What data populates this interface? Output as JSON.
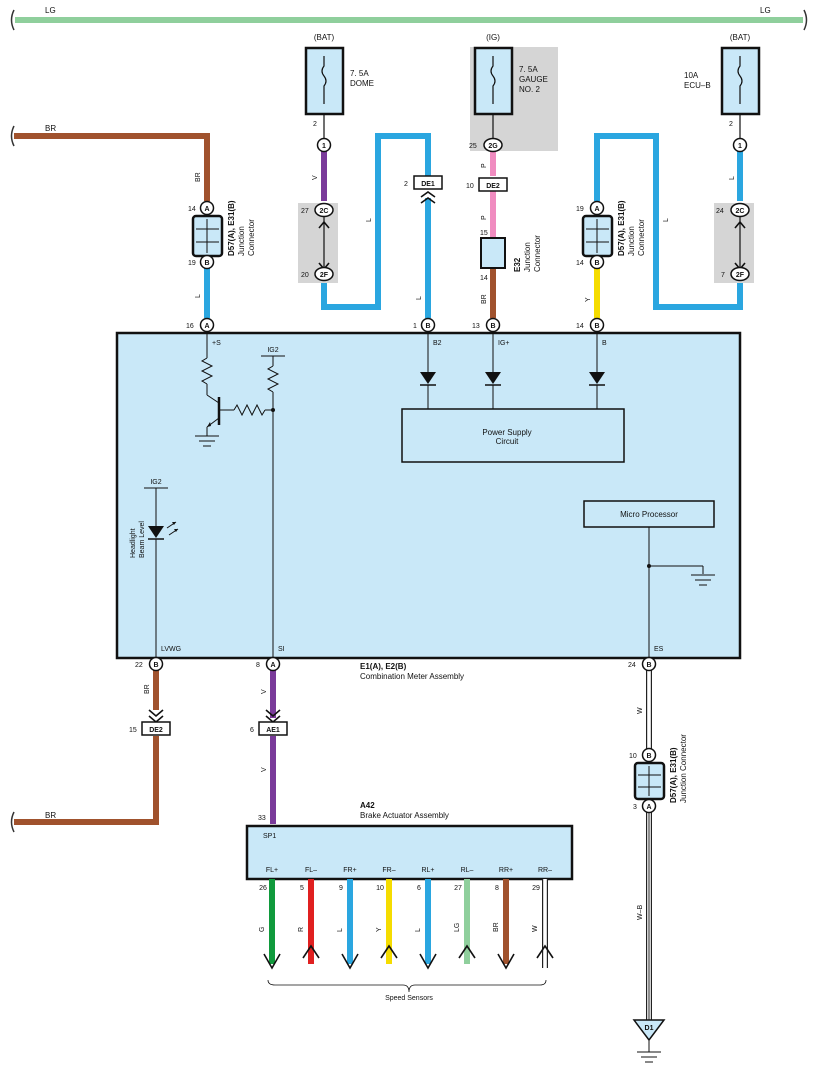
{
  "colors": {
    "LG": "#8fcf9c",
    "BR": "#a0522d",
    "L": "#2aa6e0",
    "V": "#7a3b9a",
    "P": "#f08cc0",
    "Y": "#f5dc00",
    "G": "#109a3c",
    "R": "#e02020",
    "W": "#ffffff",
    "gray_box": "#d5d5d5",
    "assembly_fill": "#c9e8f8"
  },
  "top_bus": {
    "left_label": "LG",
    "right_label": "LG"
  },
  "left_wire": {
    "label": "BR"
  },
  "fuses": [
    {
      "supply": "(BAT)",
      "rating": "7. 5A",
      "name": "DOME",
      "pin": "2",
      "conn": "1"
    },
    {
      "supply": "(IG)",
      "rating": "7. 5A",
      "name": "GAUGE NO. 2",
      "name1": "GAUGE",
      "name2": "NO. 2",
      "pin": "25",
      "conn": "2G"
    },
    {
      "supply": "(BAT)",
      "rating": "10A",
      "name": "ECU–B",
      "pin": "2",
      "conn": "1"
    }
  ],
  "wire_labels": {
    "br_top": "BR",
    "l_16": "L",
    "v_dome": "V",
    "l_dome_right": "L",
    "l_de1": "L",
    "p1": "P",
    "p2": "P",
    "br_13": "BR",
    "l_right": "L",
    "l_ecub": "L",
    "y_14": "Y",
    "br_22": "BR",
    "v_8a": "V",
    "v_8b": "V",
    "w_24": "W",
    "wb": "W–B"
  },
  "junction_connectors": {
    "left": {
      "name": "D57(A), E31(B)",
      "sub": "Junction Connector",
      "sub1": "Junction",
      "sub2": "Connector",
      "top_pin": "14",
      "top_conn": "A",
      "bot_pin": "19",
      "bot_conn": "B"
    },
    "mid": {
      "name": "E32",
      "sub": "Junction Connector",
      "sub1": "Junction",
      "sub2": "Connector",
      "top_pin": "15",
      "bot_pin": "14"
    },
    "right": {
      "name": "D57(A), E31(B)",
      "sub": "Junction Connector",
      "sub1": "Junction",
      "sub2": "Connector",
      "top_pin": "19",
      "top_conn": "A",
      "bot_pin": "14",
      "bot_conn": "B"
    },
    "lower": {
      "name": "D57(A), E31(B)",
      "sub": "Junction Connector",
      "top_pin": "10",
      "top_conn": "B",
      "bot_pin": "3",
      "bot_conn": "A"
    }
  },
  "inline_connectors": {
    "c2c_left": {
      "pin_top": "27",
      "top": "2C",
      "pin_bot": "20",
      "bot": "2F"
    },
    "c2c_right": {
      "pin_top": "24",
      "top": "2C",
      "pin_bot": "7",
      "bot": "2F"
    },
    "de1": {
      "pin": "2",
      "name": "DE1"
    },
    "de2_top": {
      "pin": "10",
      "name": "DE2"
    },
    "de2_bottom": {
      "pin": "15",
      "name": "DE2"
    },
    "ae1": {
      "pin": "6",
      "name": "AE1"
    }
  },
  "meter": {
    "name": "E1(A), E2(B)",
    "title": "Combination Meter Assembly",
    "top_pins": [
      {
        "pin": "16",
        "conn": "A",
        "terminal": "+S"
      },
      {
        "pin": "1",
        "conn": "B",
        "terminal": "B2"
      },
      {
        "pin": "13",
        "conn": "B",
        "terminal": "IG+"
      },
      {
        "pin": "14",
        "conn": "B",
        "terminal": "B"
      }
    ],
    "bottom_pins": [
      {
        "pin": "22",
        "conn": "B",
        "terminal": "LVWG"
      },
      {
        "pin": "8",
        "conn": "A",
        "terminal": "SI"
      },
      {
        "pin": "24",
        "conn": "B",
        "terminal": "ES"
      }
    ],
    "ig2_top": "IG2",
    "ig2_left": "IG2",
    "indicator": "Headlight Beam Level",
    "indicator1": "Headlight",
    "indicator2": "Beam Level",
    "power_supply": "Power Supply Circuit",
    "power_supply1": "Power Supply",
    "power_supply2": "Circuit",
    "micro": "Micro Processor"
  },
  "actuator": {
    "name": "A42",
    "title": "Brake Actuator Assembly",
    "input_pin": "33",
    "input_terminal": "SP1",
    "outputs": [
      {
        "terminal": "FL+",
        "pin": "26",
        "color": "G"
      },
      {
        "terminal": "FL–",
        "pin": "5",
        "color": "R"
      },
      {
        "terminal": "FR+",
        "pin": "9",
        "color": "L"
      },
      {
        "terminal": "FR–",
        "pin": "10",
        "color": "Y"
      },
      {
        "terminal": "RL+",
        "pin": "6",
        "color": "L"
      },
      {
        "terminal": "RL–",
        "pin": "27",
        "color": "LG"
      },
      {
        "terminal": "RR+",
        "pin": "8",
        "color": "BR"
      },
      {
        "terminal": "RR–",
        "pin": "29",
        "color": "W"
      }
    ],
    "group_label": "Speed Sensors"
  },
  "ground": {
    "name": "D1"
  },
  "lower_left_wire": {
    "label": "BR"
  }
}
